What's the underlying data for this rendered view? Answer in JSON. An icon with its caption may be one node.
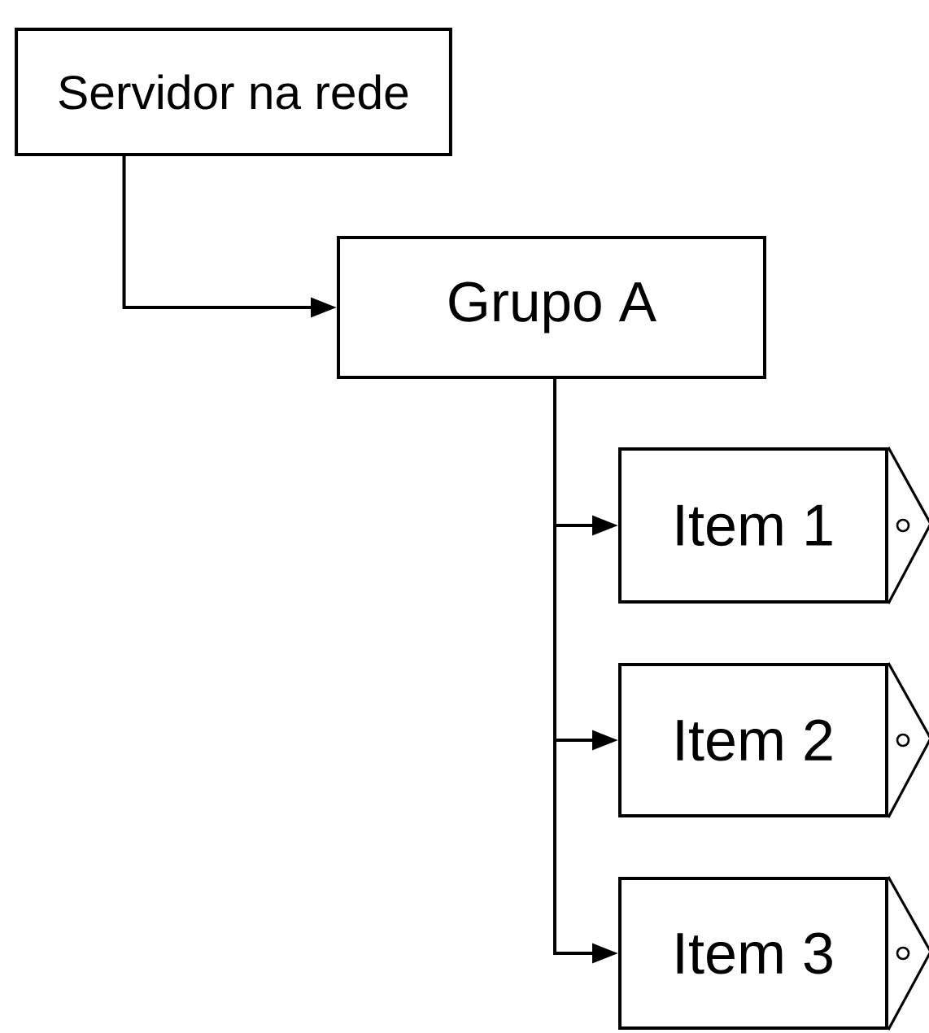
{
  "diagram": {
    "nodes": [
      {
        "text": [
          "Servidor na rede"
        ]
      },
      {
        "text": [
          "Grupo A"
        ]
      },
      {
        "text": [
          "Item 1"
        ]
      },
      {
        "text": [
          "Item 2"
        ]
      },
      {
        "text": [
          "Item 3"
        ]
      }
    ],
    "edges": [
      {
        "from": 0,
        "to": 1,
        "arrow": "to"
      },
      {
        "from": 1,
        "to": 2,
        "arrow": "to"
      },
      {
        "from": 1,
        "to": 3,
        "arrow": "to"
      },
      {
        "from": 1,
        "to": 4,
        "arrow": "to"
      }
    ]
  }
}
